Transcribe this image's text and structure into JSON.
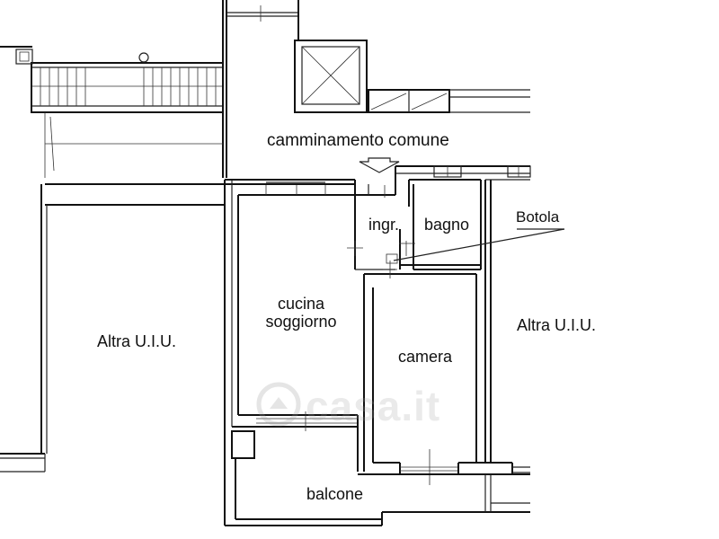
{
  "plan": {
    "corridor_label": "camminamento comune",
    "rooms": {
      "entrance": "ingr.",
      "bathroom": "bagno",
      "kitchen_line1": "cucina",
      "kitchen_line2": "soggiorno",
      "bedroom": "camera",
      "balcony": "balcone"
    },
    "other_units": {
      "left": "Altra U.I.U.",
      "right": "Altra U.I.U."
    },
    "callout": "Botola"
  },
  "watermark": {
    "logo_text": "casa.it"
  }
}
